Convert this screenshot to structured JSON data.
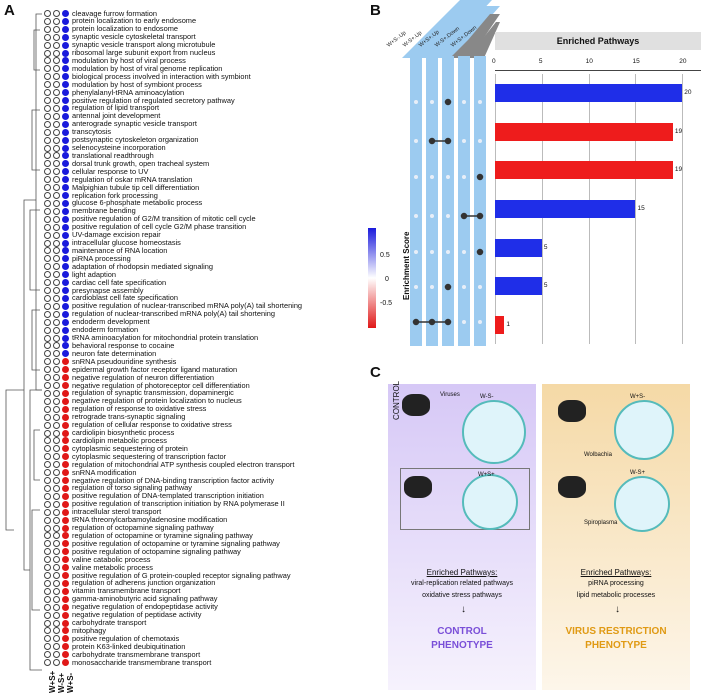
{
  "panel_a": {
    "letter": "A",
    "terms_blue": [
      "cleavage furrow formation",
      "protein localization to early endosome",
      "protein localization to endosome",
      "synaptic vesicle cytoskeletal transport",
      "synaptic vesicle transport along microtubule",
      "ribosomal large subunit export from nucleus",
      "modulation by host of viral process",
      "modulation by host of viral genome replication",
      "biological process involved in interaction with symbiont",
      "modulation by host of symbiont process",
      "phenylalanyl-tRNA aminoacylation",
      "positive regulation of regulated secretory pathway",
      "regulation of lipid transport",
      "antennal joint development",
      "anterograde synaptic vesicle transport",
      "transcytosis",
      "postsynaptic cytoskeleton organization",
      "selenocysteine incorporation",
      "translational readthrough",
      "dorsal trunk growth, open tracheal system",
      "cellular response to UV",
      "regulation of oskar mRNA translation",
      "Malpighian tubule tip cell differentiation",
      "replication fork processing",
      "glucose 6-phosphate metabolic process",
      "membrane bending",
      "positive regulation of G2/M transition of mitotic cell cycle",
      "positive regulation of cell cycle G2/M phase transition",
      "UV-damage excision repair",
      "intracellular glucose homeostasis",
      "maintenance of RNA location",
      "piRNA processing",
      "adaptation of rhodopsin mediated signaling",
      "light adaption",
      "cardiac cell fate specification",
      "presynapse assembly",
      "cardioblast cell fate specification",
      "positive regulation of nuclear-transcribed mRNA poly(A) tail shortening",
      "regulation of nuclear-transcribed mRNA poly(A) tail shortening",
      "endoderm development",
      "endoderm formation",
      "tRNA aminoacylation for mitochondrial protein translation",
      "behavioral response to cocaine",
      "neuron fate determination"
    ],
    "terms_red": [
      "snRNA pseudouridine synthesis",
      "epidermal growth factor receptor ligand maturation",
      "negative regulation of neuron differentiation",
      "negative regulation of photoreceptor cell differentiation",
      "regulation of synaptic transmission, dopaminergic",
      "negative regulation of protein localization to nucleus",
      "regulation of response to oxidative stress",
      "retrograde trans-synaptic signaling",
      "regulation of cellular response to oxidative stress",
      "cardiolipin biosynthetic process",
      "cardiolipin metabolic process",
      "cytoplasmic sequestering of protein",
      "cytoplasmic sequestering of transcription factor",
      "regulation of mitochondrial ATP synthesis coupled electron transport",
      "snRNA modification",
      "negative regulation of DNA-binding transcription factor activity",
      "regulation of torso signaling pathway",
      "positive regulation of DNA-templated transcription initiation",
      "positive regulation of transcription initiation by RNA polymerase II",
      "intracellular sterol transport",
      "tRNA threonylcarbamoyladenosine modification",
      "regulation of octopamine signaling pathway",
      "regulation of octopamine or tyramine signaling pathway",
      "positive regulation of octopamine or tyramine signaling pathway",
      "positive regulation of octopamine signaling pathway",
      "valine catabolic process",
      "valine metabolic process",
      "positive regulation of G protein-coupled receptor signaling pathway",
      "regulation of adherens junction organization",
      "vitamin transmembrane transport",
      "gamma-aminobutyric acid signaling pathway",
      "negative regulation of endopeptidase activity",
      "negative regulation of peptidase activity",
      "carbohydrate transport",
      "mitophagy",
      "positive regulation of chemotaxis",
      "protein K63-linked deubiquitination",
      "carbohydrate transmembrane transport",
      "monosaccharide transmembrane transport"
    ],
    "col_labels": [
      "W+S+",
      "W-S+",
      "W+S-"
    ],
    "legend_title": "Enrichment Score",
    "legend_ticks": [
      "0.5",
      "0",
      "-0.5"
    ],
    "colors": {
      "blue": "#1a1adc",
      "red": "#e01818"
    }
  },
  "panel_b": {
    "letter": "B",
    "set_labels": [
      "W+S-.Up",
      "W-S+.Up",
      "W+S+.Up",
      "W-S+.Down",
      "W+S+.Down"
    ],
    "chart_title": "Enriched Pathways",
    "chart_data": {
      "type": "bar",
      "values": [
        20,
        19,
        19,
        15,
        5,
        5,
        1
      ],
      "bar_colors": [
        "#1f2ee8",
        "#ee1c1c",
        "#ee1c1c",
        "#1f2ee8",
        "#1f2ee8",
        "#1f2ee8",
        "#ee1c1c"
      ],
      "xticks": [
        "0",
        "5",
        "10",
        "15",
        "20"
      ],
      "xlim": [
        0,
        22
      ]
    }
  },
  "panel_c": {
    "letter": "C",
    "control_label": "CONTROL",
    "viruses_label": "Viruses",
    "ws_minus_label": "W-S-",
    "wsplus_label": "W+S+",
    "wplus_sminus": "W+S-",
    "wolbachia": "Wolbachia",
    "w_s_plus": "W-S+",
    "spiroplasma": "Spiroplasma",
    "left_heading": "Enriched Pathways:",
    "left_line1": "viral-replication related pathways",
    "left_line2": "oxidative stress pathways",
    "left_pheno1": "CONTROL",
    "left_pheno2": "PHENOTYPE",
    "right_heading": "Enriched Pathways:",
    "right_line1": "piRNA processing",
    "right_line2": "lipid metabolic processes",
    "right_pheno1": "VIRUS RESTRICTION",
    "right_pheno2": "PHENOTYPE"
  }
}
